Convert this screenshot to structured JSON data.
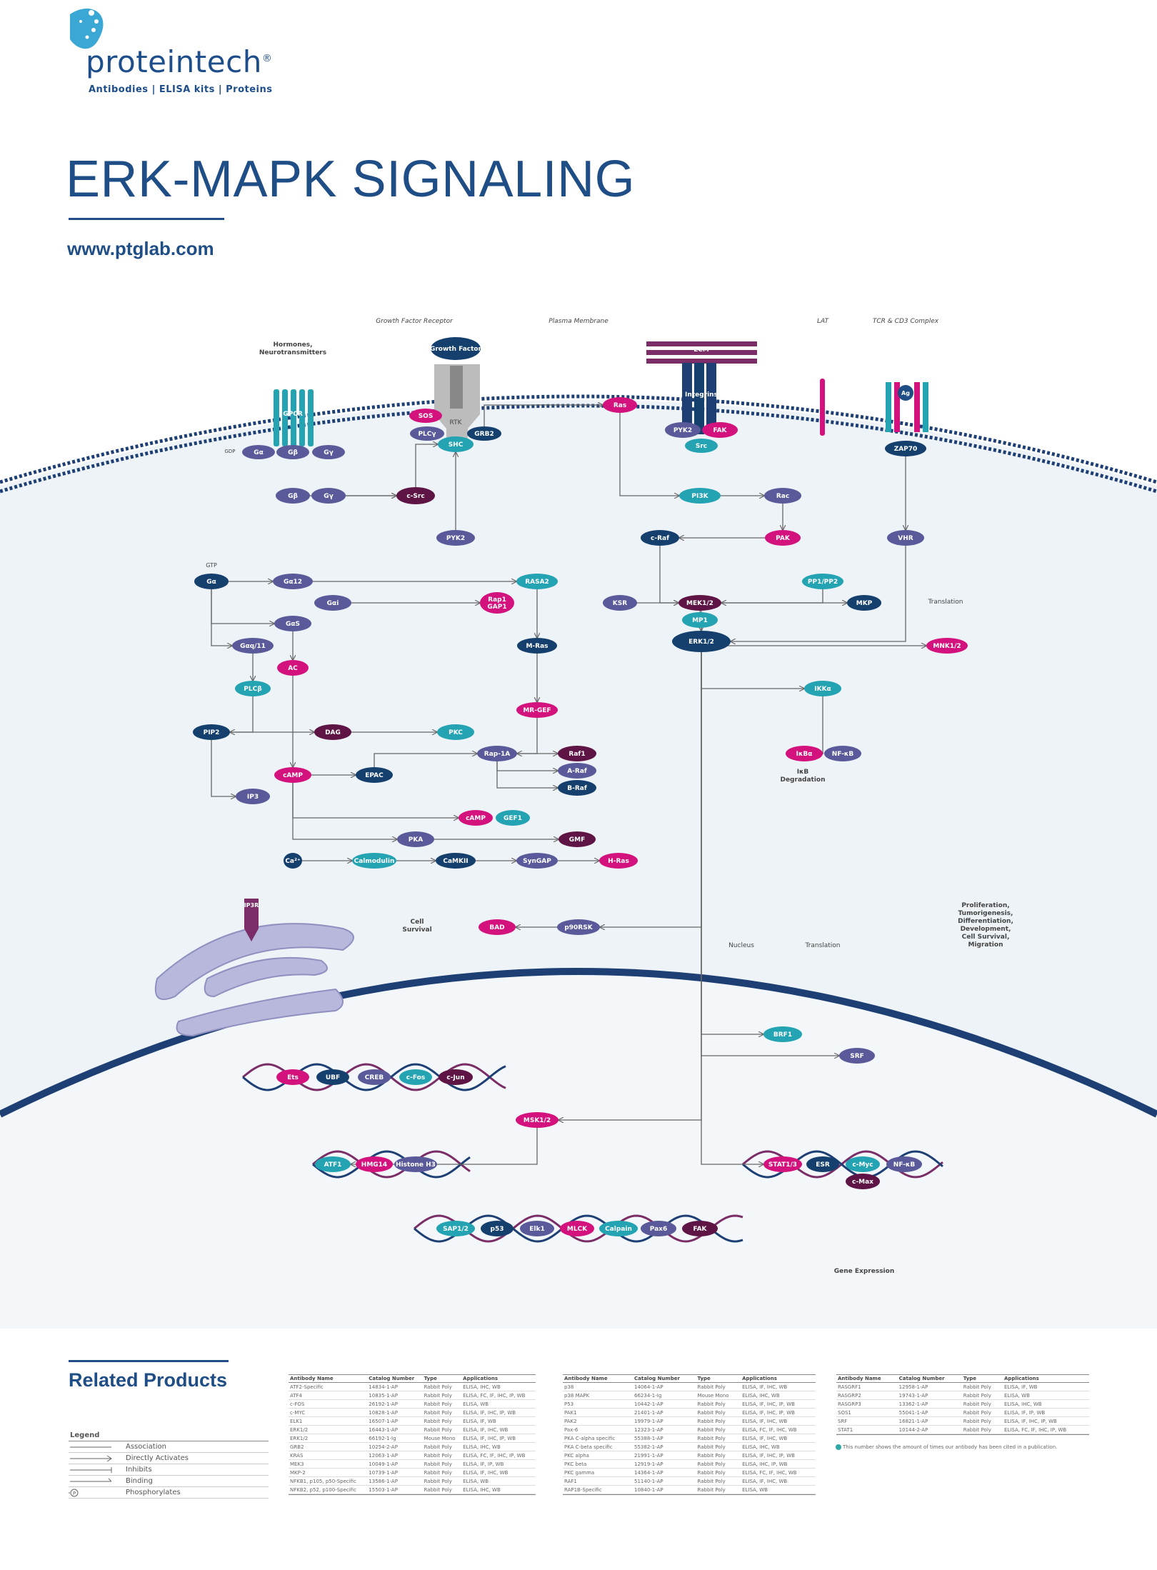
{
  "brand": {
    "name": "proteintech",
    "reg": "®",
    "tagline": "Antibodies  |  ELISA kits  |  Proteins"
  },
  "title": "ERK-MAPK SIGNALING",
  "url": "www.ptglab.com",
  "colors": {
    "navy": "#1f4e86",
    "membrane": "#1d3f74",
    "cytoplasm": "#eef3f7",
    "magenta": "#d4127d",
    "teal": "#24a3b3",
    "purple": "#5a5a9a",
    "dark": "#15406e",
    "plum": "#5e1545"
  },
  "labels": {
    "hormones": "Hormones,\nNeurotransmitters",
    "gfr": "Growth Factor Receptor",
    "pm": "Plasma Membrane",
    "lat": "LAT",
    "tcr": "TCR & CD3 Complex",
    "translation1": "Translation",
    "ikb_deg": "IκB\nDegradation",
    "cell_survival": "Cell\nSurvival",
    "nucleus": "Nucleus",
    "translation2": "Translation",
    "prolif": "Proliferation,\nTumorigenesis,\nDifferentiation,\nDevelopment,\nCell Survival,\nMigration",
    "gene_expr": "Gene Expression",
    "ecm": "ECM",
    "integrins": "Integrins",
    "gpcr": "GPCR",
    "rtk": "RTK",
    "ip3r": "IP3R",
    "ag": "Ag",
    "gtp": "GTP",
    "gdp": "GDP"
  },
  "nodes": [
    {
      "id": "growth-factor",
      "label": "Growth Factor",
      "c": "dark"
    },
    {
      "id": "sos",
      "label": "SOS",
      "c": "magenta"
    },
    {
      "id": "plcy",
      "label": "PLCγ",
      "c": "purple"
    },
    {
      "id": "shc",
      "label": "SHC",
      "c": "teal"
    },
    {
      "id": "grb2",
      "label": "GRB2",
      "c": "dark"
    },
    {
      "id": "ras",
      "label": "Ras",
      "c": "magenta"
    },
    {
      "id": "pyk2-top",
      "label": "PYK2",
      "c": "purple"
    },
    {
      "id": "fak-top",
      "label": "FAK",
      "c": "magenta"
    },
    {
      "id": "src",
      "label": "Src",
      "c": "teal"
    },
    {
      "id": "zap70",
      "label": "ZAP70",
      "c": "dark"
    },
    {
      "id": "galpha-top",
      "label": "Gα",
      "c": "purple"
    },
    {
      "id": "gbeta-top",
      "label": "Gβ",
      "c": "purple"
    },
    {
      "id": "ggamma-top",
      "label": "Gγ",
      "c": "purple"
    },
    {
      "id": "gbeta",
      "label": "Gβ",
      "c": "purple"
    },
    {
      "id": "ggamma",
      "label": "Gγ",
      "c": "purple"
    },
    {
      "id": "csrc",
      "label": "c-Src",
      "c": "plum"
    },
    {
      "id": "pi3k",
      "label": "PI3K",
      "c": "teal"
    },
    {
      "id": "rac",
      "label": "Rac",
      "c": "purple"
    },
    {
      "id": "pyk2",
      "label": "PYK2",
      "c": "purple"
    },
    {
      "id": "craf",
      "label": "c-Raf",
      "c": "dark"
    },
    {
      "id": "pak",
      "label": "PAK",
      "c": "magenta"
    },
    {
      "id": "vhr",
      "label": "VHR",
      "c": "purple"
    },
    {
      "id": "galpha",
      "label": "Gα",
      "c": "dark"
    },
    {
      "id": "galpha12",
      "label": "Gα12",
      "c": "purple"
    },
    {
      "id": "rasa2",
      "label": "RASA2",
      "c": "teal"
    },
    {
      "id": "galphai",
      "label": "Gαi",
      "c": "purple"
    },
    {
      "id": "rap1gap1",
      "label": "Rap1\nGAP1",
      "c": "magenta"
    },
    {
      "id": "ksr",
      "label": "KSR",
      "c": "purple"
    },
    {
      "id": "mek12",
      "label": "MEK1/2",
      "c": "plum"
    },
    {
      "id": "pp1pp2",
      "label": "PP1/PP2",
      "c": "teal"
    },
    {
      "id": "mkp",
      "label": "MKP",
      "c": "dark"
    },
    {
      "id": "mp1",
      "label": "MP1",
      "c": "teal"
    },
    {
      "id": "erk12",
      "label": "ERK1/2",
      "c": "dark"
    },
    {
      "id": "mnk12",
      "label": "MNK1/2",
      "c": "magenta"
    },
    {
      "id": "galphas",
      "label": "GαS",
      "c": "purple"
    },
    {
      "id": "galphaq11",
      "label": "Gαq/11",
      "c": "purple"
    },
    {
      "id": "mras",
      "label": "M-Ras",
      "c": "dark"
    },
    {
      "id": "ac",
      "label": "AC",
      "c": "magenta"
    },
    {
      "id": "plcb",
      "label": "PLCβ",
      "c": "teal"
    },
    {
      "id": "ikka",
      "label": "IKKα",
      "c": "teal"
    },
    {
      "id": "mrgef",
      "label": "MR-GEF",
      "c": "magenta"
    },
    {
      "id": "pip2",
      "label": "PIP2",
      "c": "dark"
    },
    {
      "id": "dag",
      "label": "DAG",
      "c": "plum"
    },
    {
      "id": "pkc",
      "label": "PKC",
      "c": "teal"
    },
    {
      "id": "raf1",
      "label": "Raf1",
      "c": "plum"
    },
    {
      "id": "rap1a",
      "label": "Rap-1A",
      "c": "purple"
    },
    {
      "id": "araf",
      "label": "A-Raf",
      "c": "purple"
    },
    {
      "id": "braf",
      "label": "B-Raf",
      "c": "dark"
    },
    {
      "id": "ikba",
      "label": "IκBα",
      "c": "magenta"
    },
    {
      "id": "nfkb",
      "label": "NF-κB",
      "c": "purple"
    },
    {
      "id": "camp",
      "label": "cAMP",
      "c": "magenta"
    },
    {
      "id": "epac",
      "label": "EPAC",
      "c": "dark"
    },
    {
      "id": "ip3",
      "label": "IP3",
      "c": "purple"
    },
    {
      "id": "camp2",
      "label": "cAMP",
      "c": "magenta"
    },
    {
      "id": "gef1",
      "label": "GEF1",
      "c": "teal"
    },
    {
      "id": "pka",
      "label": "PKA",
      "c": "purple"
    },
    {
      "id": "gmf",
      "label": "GMF",
      "c": "plum"
    },
    {
      "id": "ca",
      "label": "Ca²⁺",
      "c": "dark"
    },
    {
      "id": "calmodulin",
      "label": "Calmodulin",
      "c": "teal"
    },
    {
      "id": "camkii",
      "label": "CaMKII",
      "c": "dark"
    },
    {
      "id": "syngap",
      "label": "SynGAP",
      "c": "purple"
    },
    {
      "id": "hras",
      "label": "H-Ras",
      "c": "magenta"
    },
    {
      "id": "bad",
      "label": "BAD",
      "c": "magenta"
    },
    {
      "id": "p90rsk",
      "label": "p90RSK",
      "c": "purple"
    },
    {
      "id": "brf1",
      "label": "BRF1",
      "c": "teal"
    },
    {
      "id": "srf",
      "label": "SRF",
      "c": "purple"
    },
    {
      "id": "ets",
      "label": "Ets",
      "c": "magenta"
    },
    {
      "id": "ubf",
      "label": "UBF",
      "c": "dark"
    },
    {
      "id": "creb",
      "label": "CREB",
      "c": "purple"
    },
    {
      "id": "cfos",
      "label": "c-Fos",
      "c": "teal"
    },
    {
      "id": "cjun",
      "label": "c-Jun",
      "c": "plum"
    },
    {
      "id": "msk12",
      "label": "MSK1/2",
      "c": "magenta"
    },
    {
      "id": "atf1",
      "label": "ATF1",
      "c": "teal"
    },
    {
      "id": "hmg14",
      "label": "HMG14",
      "c": "magenta"
    },
    {
      "id": "histoneh3",
      "label": "Histone H3",
      "c": "purple"
    },
    {
      "id": "stat13",
      "label": "STAT1/3",
      "c": "magenta"
    },
    {
      "id": "esr",
      "label": "ESR",
      "c": "dark"
    },
    {
      "id": "cmyc",
      "label": "c-Myc",
      "c": "teal"
    },
    {
      "id": "nfkb2",
      "label": "NF-κB",
      "c": "purple"
    },
    {
      "id": "cmax",
      "label": "c-Max",
      "c": "plum"
    },
    {
      "id": "sap12",
      "label": "SAP1/2",
      "c": "teal"
    },
    {
      "id": "p53",
      "label": "p53",
      "c": "dark"
    },
    {
      "id": "elk1",
      "label": "Elk1",
      "c": "purple"
    },
    {
      "id": "mlck",
      "label": "MLCK",
      "c": "magenta"
    },
    {
      "id": "calpain",
      "label": "Calpain",
      "c": "teal"
    },
    {
      "id": "pax6",
      "label": "Pax6",
      "c": "purple"
    },
    {
      "id": "fak",
      "label": "FAK",
      "c": "plum"
    }
  ],
  "related": {
    "title": "Related Products",
    "legend": {
      "header": "Legend",
      "items": [
        "Association",
        "Directly Activates",
        "Inhibits",
        "Binding",
        "Phosphorylates"
      ]
    },
    "columns": [
      "Antibody Name",
      "Catalog Number",
      "Type",
      "Applications"
    ],
    "tables": [
      [
        [
          "ATF2-Specific",
          "14834-1-AP",
          "Rabbit Poly",
          "ELISA, IHC, WB"
        ],
        [
          "ATF4",
          "10835-1-AP",
          "Rabbit Poly",
          "ELISA, FC, IF, IHC, IP, WB"
        ],
        [
          "c-FOS",
          "26192-1-AP",
          "Rabbit Poly",
          "ELISA, WB"
        ],
        [
          "c-MYC",
          "10828-1-AP",
          "Rabbit Poly",
          "ELISA, IF, IHC, IP, WB"
        ],
        [
          "ELK1",
          "16507-1-AP",
          "Rabbit Poly",
          "ELISA, IF, WB"
        ],
        [
          "ERK1/2",
          "16443-1-AP",
          "Rabbit Poly",
          "ELISA, IF, IHC, WB"
        ],
        [
          "ERK1/2",
          "66192-1-Ig",
          "Mouse Mono",
          "ELISA, IF, IHC, IP, WB"
        ],
        [
          "GRB2",
          "10254-2-AP",
          "Rabbit Poly",
          "ELISA, IHC, WB"
        ],
        [
          "KRAS",
          "12063-1-AP",
          "Rabbit Poly",
          "ELISA, FC, IF, IHC, IP, WB"
        ],
        [
          "MEK3",
          "10049-1-AP",
          "Rabbit Poly",
          "ELISA, IF, IP, WB"
        ],
        [
          "MKP-2",
          "10739-1-AP",
          "Rabbit Poly",
          "ELISA, IF, IHC, WB"
        ],
        [
          "NFKB1, p105, p50-Specific",
          "13586-1-AP",
          "Rabbit Poly",
          "ELISA, WB"
        ],
        [
          "NFKB2, p52, p100-Specific",
          "15503-1-AP",
          "Rabbit Poly",
          "ELISA, IHC, WB"
        ]
      ],
      [
        [
          "p38",
          "14064-1-AP",
          "Rabbit Poly",
          "ELISA, IF, IHC, WB"
        ],
        [
          "p38 MAPK",
          "66234-1-Ig",
          "Mouse Mono",
          "ELISA, IHC, WB"
        ],
        [
          "P53",
          "10442-1-AP",
          "Rabbit Poly",
          "ELISA, IF, IHC, IP, WB"
        ],
        [
          "PAK1",
          "21401-1-AP",
          "Rabbit Poly",
          "ELISA, IF, IHC, IP, WB"
        ],
        [
          "PAK2",
          "19979-1-AP",
          "Rabbit Poly",
          "ELISA, IF, IHC, WB"
        ],
        [
          "Pax-6",
          "12323-1-AP",
          "Rabbit Poly",
          "ELISA, FC, IF, IHC, WB"
        ],
        [
          "PKA C-alpha specific",
          "55388-1-AP",
          "Rabbit Poly",
          "ELISA, IF, IHC, WB"
        ],
        [
          "PKA C-beta specific",
          "55382-1-AP",
          "Rabbit Poly",
          "ELISA, IHC, WB"
        ],
        [
          "PKC alpha",
          "21991-1-AP",
          "Rabbit Poly",
          "ELISA, IF, IHC, IP, WB"
        ],
        [
          "PKC beta",
          "12919-1-AP",
          "Rabbit Poly",
          "ELISA, IHC, IP, WB"
        ],
        [
          "PKC gamma",
          "14364-1-AP",
          "Rabbit Poly",
          "ELISA, FC, IF, IHC, WB"
        ],
        [
          "RAF1",
          "51140-1-AP",
          "Rabbit Poly",
          "ELISA, IF, IHC, WB"
        ],
        [
          "RAP1B-Specific",
          "10840-1-AP",
          "Rabbit Poly",
          "ELISA, WB"
        ]
      ],
      [
        [
          "RASGRF1",
          "12958-1-AP",
          "Rabbit Poly",
          "ELISA, IF, WB"
        ],
        [
          "RASGRP2",
          "19743-1-AP",
          "Rabbit Poly",
          "ELISA, WB"
        ],
        [
          "RASGRP3",
          "13362-1-AP",
          "Rabbit Poly",
          "ELISA, IHC, WB"
        ],
        [
          "SOS1",
          "55041-1-AP",
          "Rabbit Poly",
          "ELISA, IF, IP, WB"
        ],
        [
          "SRF",
          "16821-1-AP",
          "Rabbit Poly",
          "ELISA, IF, IHC, IP, WB"
        ],
        [
          "STAT1",
          "10144-2-AP",
          "Rabbit Poly",
          "ELISA, FC, IF, IHC, IP, WB"
        ]
      ]
    ],
    "footnote": "This number shows the amount of times our antibody has been cited in a publication."
  }
}
